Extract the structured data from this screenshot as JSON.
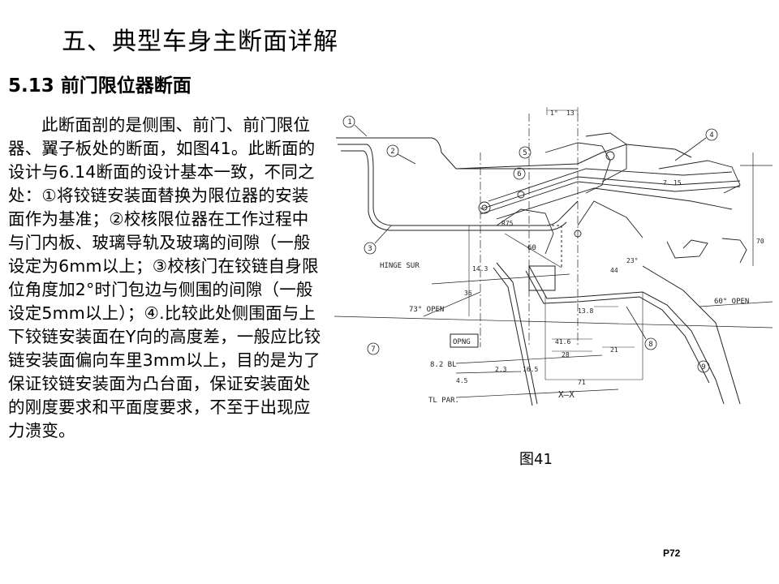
{
  "header": {
    "title": "五、典型车身主断面详解",
    "section": "5.13 前门限位器断面"
  },
  "body": {
    "paragraph": "此断面剖的是侧围、前门、前门限位器、翼子板处的断面，如图41。此断面的设计与6.14断面的设计基本一致，不同之处：①将铰链安装面替换为限位器的安装面作为基准；②校核限位器在工作过程中与门内板、玻璃导轨及玻璃的间隙（一般设定为6mm以上；③校核门在铰链自身限位角度加2°时门包边与侧围的间隙（一般设定5mm以上）；④.比较此处侧围面与上下铰链安装面在Y向的高度差，一般应比铰链安装面偏向车里3mm以上，目的是为了保证铰链安装面为凸台面，保证安装面处的刚度要求和平面度要求，不至于出现应力溃变。"
  },
  "figure": {
    "caption": "图41",
    "labels": {
      "hinge_sur": "HINGE SUR",
      "open73": "73° OPEN",
      "open60": "60° OPEN",
      "opng": "OPNG",
      "bl": "8.2 BL",
      "tlpar": "TL PAR.",
      "xx": "X—X",
      "r75": "R75",
      "d1": "13",
      "d2": "1°",
      "d3": "7",
      "d4": "15",
      "d5": "41.6",
      "d6": "28",
      "d7": "21",
      "d8": "71",
      "d9": "2.3",
      "d10": "16.5",
      "d11": "4.5",
      "d12": "36",
      "d13": "14.3",
      "d14": "60",
      "d15": "70",
      "d16": "44",
      "d17": "13.8",
      "d18": "23°",
      "c1": "1",
      "c2": "2",
      "c3": "3",
      "c4": "4",
      "c5": "5",
      "c6": "6",
      "c7": "7",
      "c8": "8",
      "c9": "9"
    }
  },
  "footer": {
    "page": "P72"
  }
}
